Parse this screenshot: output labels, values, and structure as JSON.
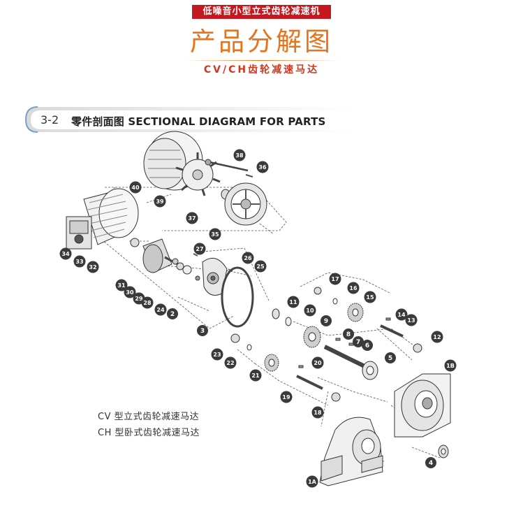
{
  "header": {
    "banner": "低噪音小型立式齿轮减速机",
    "title": "产品分解图",
    "subtitle": "CV/CH齿轮减速马达"
  },
  "section": {
    "number": "3-2",
    "title": "零件剖面图 SECTIONAL DIAGRAM FOR PARTS"
  },
  "captions": {
    "cv": "CV 型立式齿轮减速马达",
    "ch": "CH 型卧式齿轮减速马达"
  },
  "part_labels": [
    "40",
    "39",
    "38",
    "36",
    "37",
    "35",
    "34",
    "33",
    "32",
    "31",
    "30",
    "29",
    "28",
    "27",
    "26",
    "25",
    "24",
    "2",
    "3",
    "23",
    "22",
    "21",
    "20",
    "19",
    "18",
    "17",
    "16",
    "15",
    "14",
    "13",
    "12",
    "11",
    "10",
    "9",
    "8",
    "7",
    "6",
    "5",
    "1B",
    "4",
    "1A"
  ],
  "colors": {
    "banner": "#c4181e",
    "title": "#e8731a",
    "subtitle": "#d3361d",
    "badge": "#3a3a3a"
  }
}
